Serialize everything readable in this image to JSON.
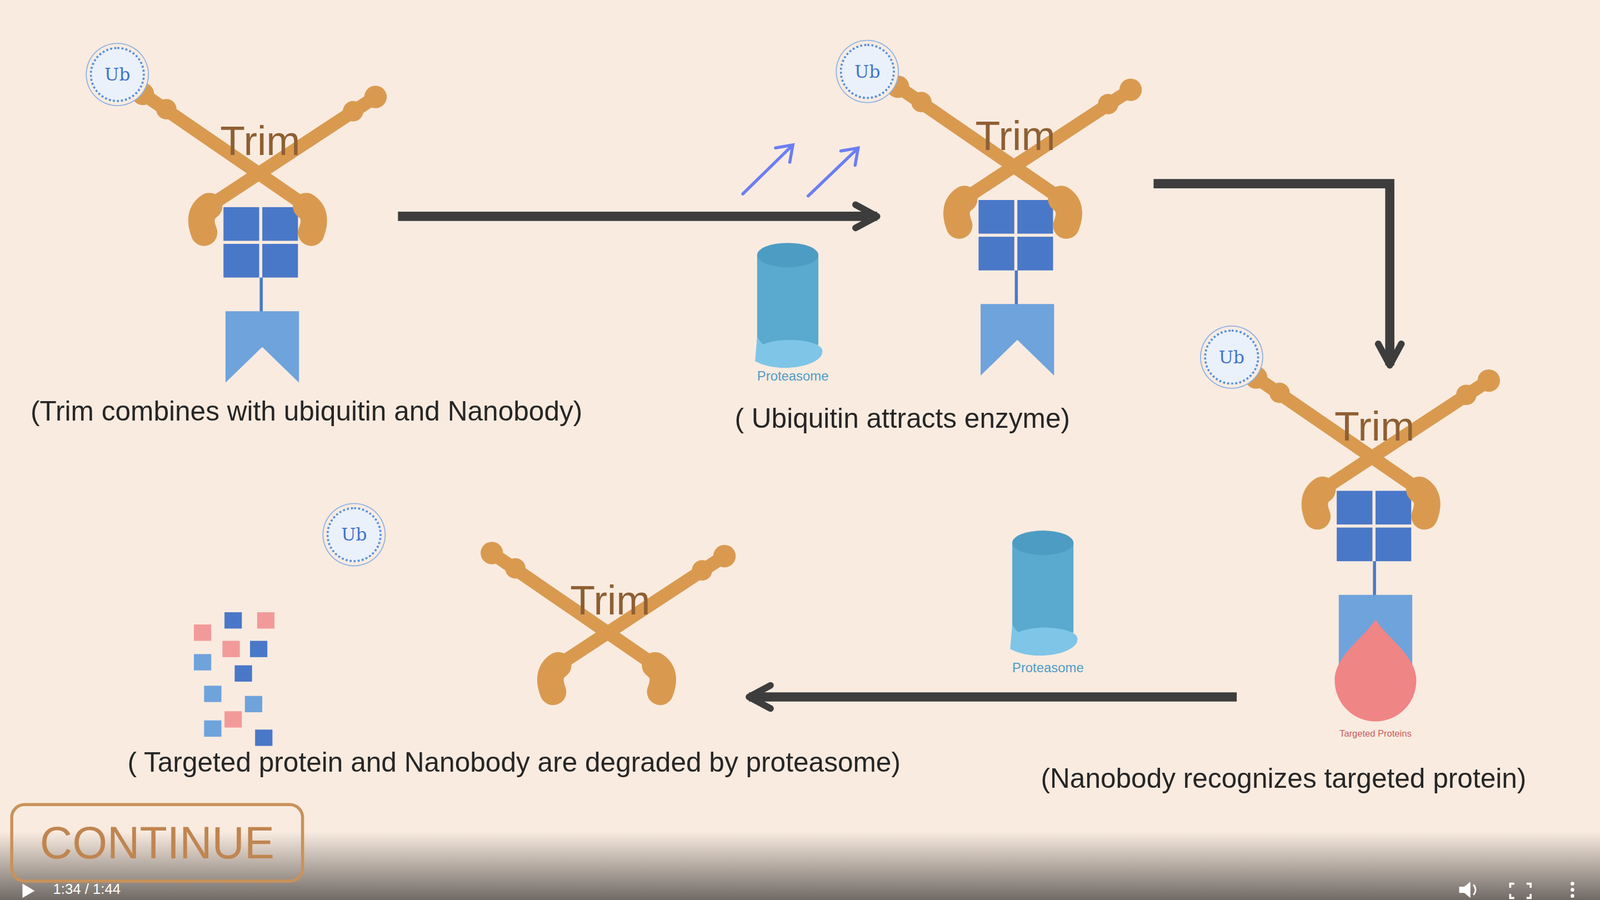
{
  "diagram": {
    "nodes": [
      {
        "text": [
          "Ub"
        ]
      },
      {
        "text": [
          "Trim"
        ]
      },
      {
        "text": [
          "Ub"
        ]
      },
      {
        "text": [
          "Proteasome"
        ]
      },
      {
        "text": [
          "Trim"
        ]
      },
      {
        "text": [
          "Ub"
        ]
      },
      {
        "text": [
          "Trim"
        ]
      },
      {
        "text": [
          "Targeted Proteins"
        ]
      },
      {
        "text": [
          "Proteasome"
        ]
      },
      {
        "text": [
          "Ub"
        ]
      },
      {
        "text": [
          "Trim"
        ]
      },
      {
        "text": [
          "CONTINUE"
        ]
      }
    ],
    "edges": [
      {
        "from": 1,
        "to": 4,
        "arrow": "to"
      },
      {
        "from": 4,
        "to": 6,
        "arrow": "to"
      },
      {
        "from": 6,
        "to": 10,
        "arrow": "to"
      }
    ],
    "labels": [
      "(Trim combines with ubiquitin and Nanobody)",
      "( Ubiquitin attracts enzyme)",
      "(Nanobody recognizes targeted protein)",
      "( Targeted protein and Nanobody are degraded by proteasome)",
      "1:34 / 1:44"
    ]
  }
}
